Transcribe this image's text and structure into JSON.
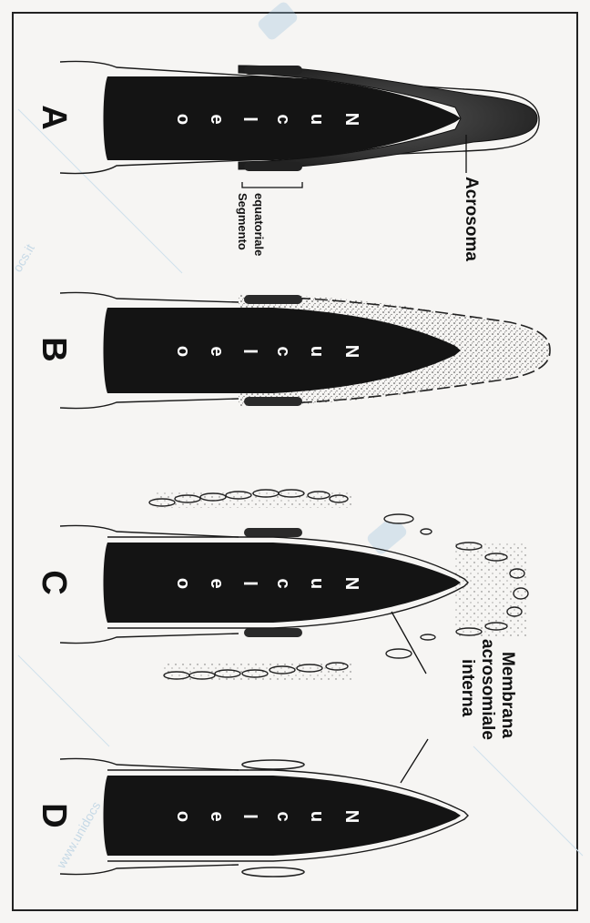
{
  "panels": [
    {
      "letter": "A",
      "nucleus_label": "Nucleo"
    },
    {
      "letter": "B",
      "nucleus_label": "Nucleo"
    },
    {
      "letter": "C",
      "nucleus_label": "Nucleo"
    },
    {
      "letter": "D",
      "nucleus_label": "Nucleo"
    }
  ],
  "labels": {
    "acrosoma": "Acrosoma",
    "segmento": "Segmento",
    "equatoriale": "equatoriale",
    "membrana": "Membrana",
    "acrosomiale": "acrosomiale",
    "interna": "interna"
  },
  "watermark": {
    "text_a": "ocs.it",
    "text_b": "www.unidocs"
  },
  "colors": {
    "nucleus": "#141414",
    "acrosome": "#2b2b2b",
    "outline": "#1a1a1a",
    "background": "#f6f5f3",
    "watermark": "#9fc3dc"
  }
}
